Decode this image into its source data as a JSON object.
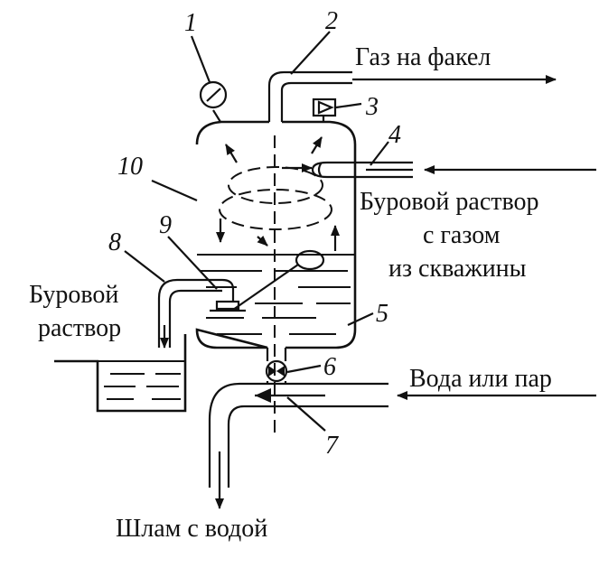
{
  "labels": {
    "gas_to_flare": "Газ на факел",
    "mud_with_gas_line1": "Буровой раствор",
    "mud_with_gas_line2": "с газом",
    "mud_with_gas_line3": "из скважины",
    "mud_out_line1": "Буровой",
    "mud_out_line2": "раствор",
    "water_or_steam": "Вода или пар",
    "sludge_with_water": "Шлам с водой"
  },
  "numbers": {
    "n1": "1",
    "n2": "2",
    "n3": "3",
    "n4": "4",
    "n5": "5",
    "n6": "6",
    "n7": "7",
    "n8": "8",
    "n9": "9",
    "n10": "10"
  },
  "colors": {
    "ink": "#111111",
    "background": "#ffffff"
  }
}
